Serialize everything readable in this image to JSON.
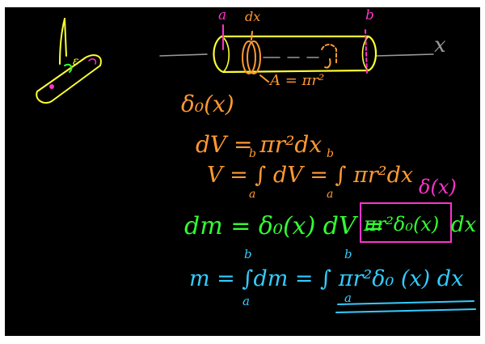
{
  "labels": {
    "a": "a",
    "dx": "dx",
    "b": "b",
    "x_axis": "x",
    "area": "A = πr²",
    "epsilon": "ε",
    "delta_label": "δ(x)"
  },
  "equations": {
    "density": "δ₀(x)",
    "dV": "dV = πr²dx",
    "V": "V = ∫ dV = ∫ πr²dx",
    "dm_left": "dm = δ₀(x) dV =",
    "dm_boxed": "πr²δ₀(x)",
    "dm_right": "dx",
    "m": "m = ∫dm = ∫ πr²δ₀ (x) dx",
    "limit_upper": "b",
    "limit_lower": "a"
  },
  "colors": {
    "board": "#000000",
    "pink": "#ff33cc",
    "orange": "#ff9933",
    "green": "#33ff33",
    "blue": "#33ccff",
    "yellow": "#ffff33",
    "gray": "#999999"
  }
}
